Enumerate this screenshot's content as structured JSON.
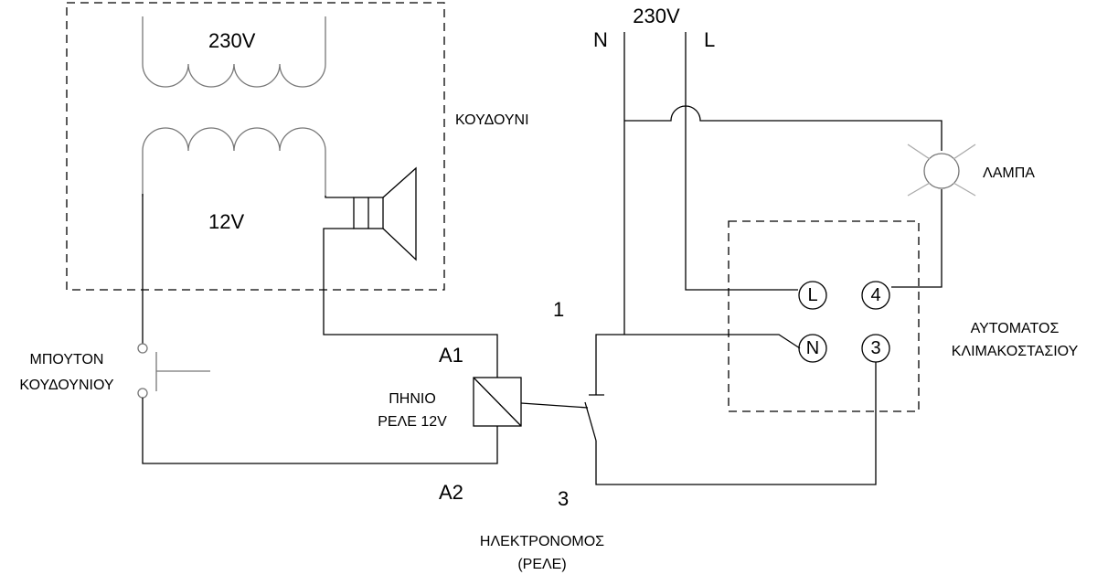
{
  "bell": {
    "label": "ΚΟΥΔΟΥΝΙ",
    "primary_voltage": "230V",
    "secondary_voltage": "12V"
  },
  "supply": {
    "voltage": "230V",
    "neutral": "N",
    "line": "L"
  },
  "lamp": {
    "label": "ΛΑΜΠΑ"
  },
  "timer": {
    "label_line1": "ΑΥΤΟΜΑΤΟΣ",
    "label_line2": "ΚΛΙΜΑΚΟΣΤΑΣΙΟΥ",
    "terminals": {
      "L": "L",
      "N": "N",
      "t4": "4",
      "t3": "3"
    }
  },
  "button": {
    "label_line1": "ΜΠΟΥΤΟΝ",
    "label_line2": "ΚΟΥΔΟΥΝΙΟΥ"
  },
  "relay": {
    "coil_line1": "ΠΗΝΙΟ",
    "coil_line2": "ΡΕΛΕ 12V",
    "a1": "A1",
    "a2": "A2",
    "contact_1": "1",
    "contact_3": "3",
    "name_line1": "ΗΛΕΚΤΡΟΝΟΜΟΣ",
    "name_line2": "(ΡΕΛΕ)"
  }
}
